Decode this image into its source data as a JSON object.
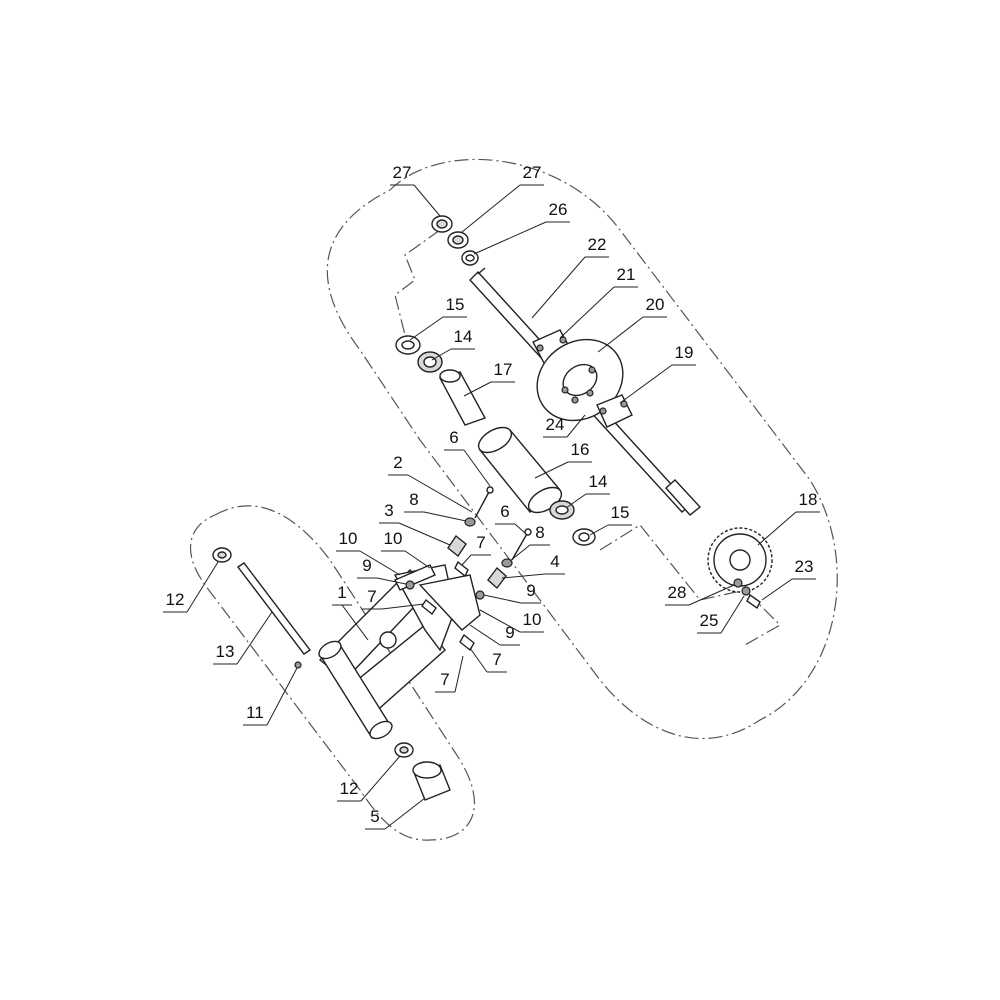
{
  "callouts": {
    "c27a": "27",
    "c27b": "27",
    "c26": "26",
    "c22": "22",
    "c21": "21",
    "c20": "20",
    "c19": "19",
    "c15a": "15",
    "c14a": "14",
    "c17": "17",
    "c24": "24",
    "c16": "16",
    "c6a": "6",
    "c2": "2",
    "c14b": "14",
    "c15b": "15",
    "c8a": "8",
    "c3": "3",
    "c6b": "6",
    "c8b": "8",
    "c10a": "10",
    "c10b": "10",
    "c7a": "7",
    "c4": "4",
    "c9a": "9",
    "c12a": "12",
    "c1": "1",
    "c7b": "7",
    "c9b": "9",
    "c9c": "9",
    "c10c": "10",
    "c7c": "7",
    "c13": "13",
    "c7d": "7",
    "c11": "11",
    "c12b": "12",
    "c5": "5",
    "c18": "18",
    "c23": "23",
    "c28": "28",
    "c25": "25"
  },
  "colors": {
    "line": "#222222",
    "outline": "#555555",
    "fill_light": "#d8d8d8",
    "fill_dark": "#9a9a9a"
  }
}
